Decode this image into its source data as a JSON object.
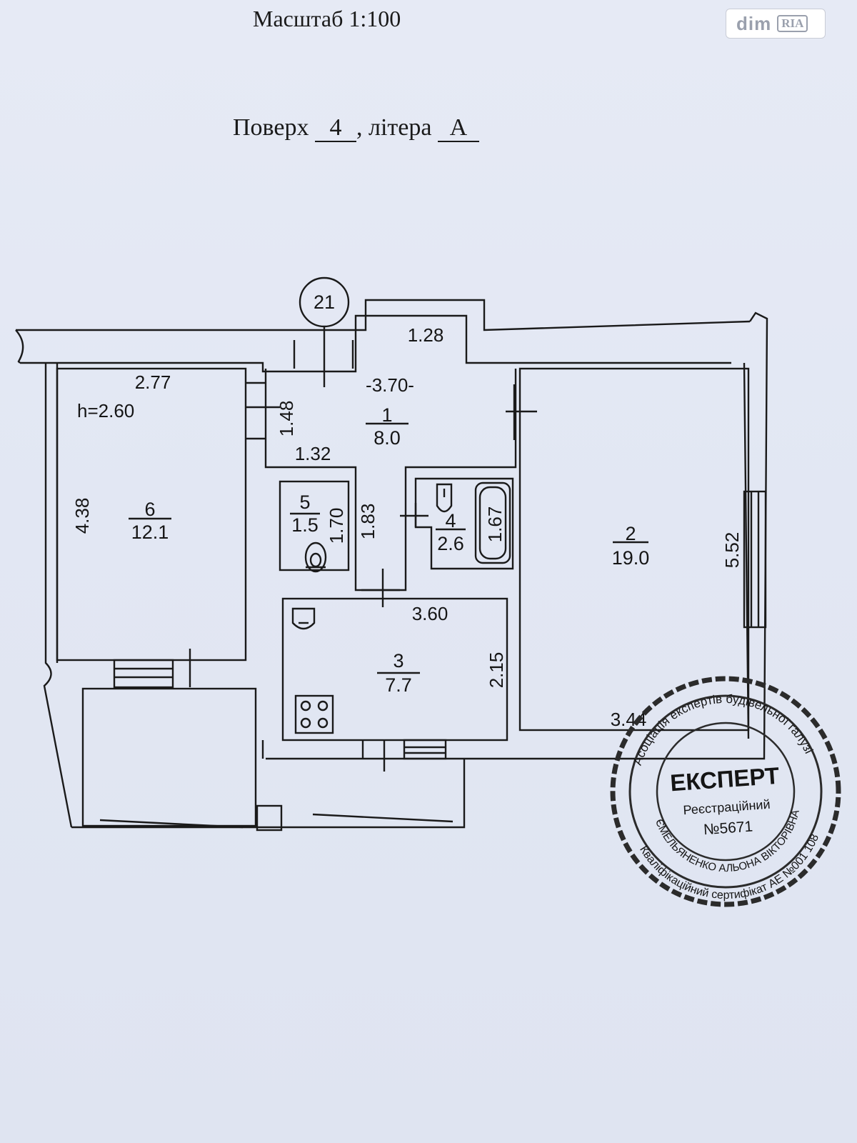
{
  "header": {
    "scale": "Масштаб 1:100",
    "floor_label": "Поверх",
    "floor_value": "4",
    "letter_label": ", літера",
    "letter_value": "А"
  },
  "watermark": {
    "brand": "dim",
    "badge": "RIA"
  },
  "plan": {
    "axis_marker": "21",
    "ceiling_height": "h=2.60",
    "rooms": [
      {
        "number": "1",
        "area": "8.0"
      },
      {
        "number": "2",
        "area": "19.0"
      },
      {
        "number": "3",
        "area": "7.7"
      },
      {
        "number": "4",
        "area": "2.6"
      },
      {
        "number": "5",
        "area": "1.5"
      },
      {
        "number": "6",
        "area": "12.1"
      }
    ],
    "dimensions": {
      "corridor_top": "1.28",
      "room6_width": "2.77",
      "room1_width": "-3.70-",
      "room1_side": "1.48",
      "room1_lower": "1.32",
      "room6_depth": "4.38",
      "wc_height": "1.70",
      "passage_height": "1.83",
      "bath_height": "1.67",
      "room2_depth": "5.52",
      "kitchen_width": "3.60",
      "kitchen_depth": "2.15",
      "room2_width": "3.44"
    }
  },
  "stamp": {
    "title": "ЕКСПЕРТ",
    "subtitle": "Реєстраційний",
    "number": "№5671",
    "ring_top": "Асоціація експертів будівельної галузі",
    "ring_bottom": "Кваліфікаційний сертифікат АЕ №001 108",
    "name": "ЄМЕЛЬЯНЕНКО АЛЬОНА ВІКТОРІВНА"
  }
}
